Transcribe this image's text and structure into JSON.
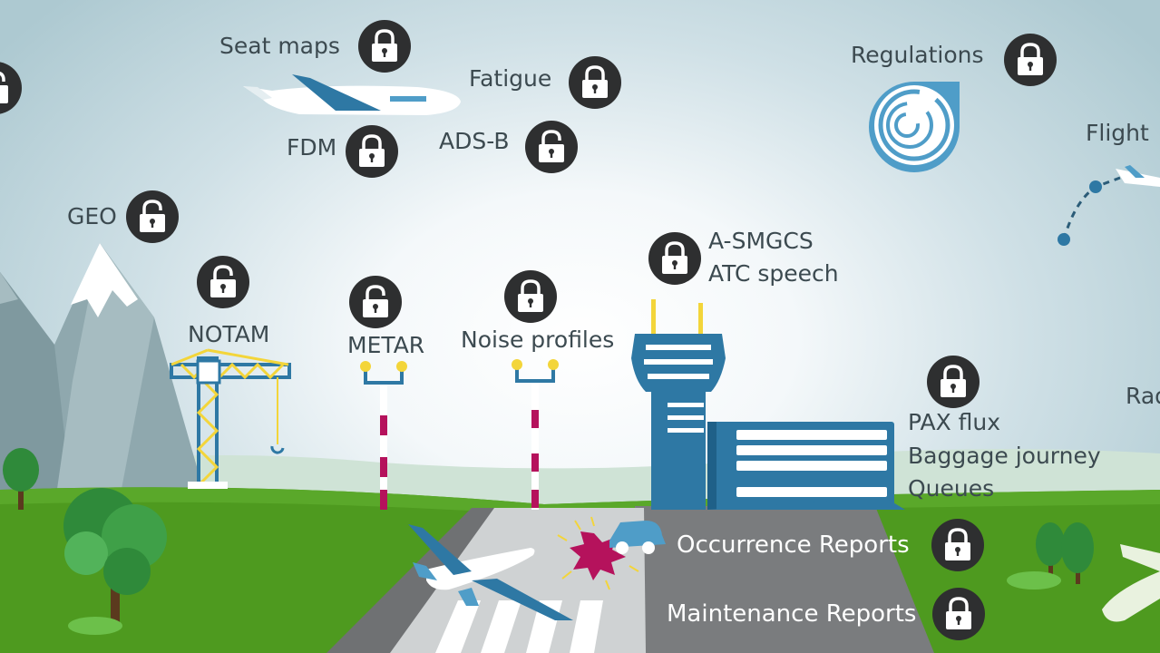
{
  "labels": {
    "seat_maps": "Seat maps",
    "fatigue": "Fatigue",
    "fdm": "FDM",
    "ads_b": "ADS-B",
    "regulations": "Regulations",
    "flight": "Flight",
    "geo": "GEO",
    "notam": "NOTAM",
    "metar": "METAR",
    "noise_profiles": "Noise profiles",
    "a_smgcs": "A-SMGCS",
    "atc_speech": "ATC speech",
    "rad": "Rad",
    "pax_flux": "PAX flux",
    "baggage_journey": "Baggage journey",
    "queues": "Queues",
    "occurrence_reports": "Occurrence Reports",
    "maintenance_reports": "Maintenance Reports"
  },
  "locks": [
    {
      "for": "seat_maps",
      "state": "locked"
    },
    {
      "for": "fatigue",
      "state": "locked"
    },
    {
      "for": "fdm",
      "state": "locked"
    },
    {
      "for": "ads_b",
      "state": "unlocked"
    },
    {
      "for": "regulations",
      "state": "locked"
    },
    {
      "for": "top_left_edge",
      "state": "unlocked"
    },
    {
      "for": "geo",
      "state": "unlocked"
    },
    {
      "for": "notam",
      "state": "unlocked"
    },
    {
      "for": "metar",
      "state": "unlocked"
    },
    {
      "for": "noise_profiles",
      "state": "locked"
    },
    {
      "for": "a_smgcs",
      "state": "locked"
    },
    {
      "for": "pax_flux",
      "state": "locked"
    },
    {
      "for": "occurrence_reports",
      "state": "locked"
    },
    {
      "for": "maintenance_reports",
      "state": "locked"
    }
  ],
  "colors": {
    "dark_blue": "#2e78a4",
    "light_blue": "#4f9dc8",
    "grass": "#4e9a1f",
    "mountain": "#8fa8ae",
    "runway": "#6f7173",
    "lock_circle": "#2e2f30",
    "yellow": "#f3d53a",
    "hazard_red": "#b5125c"
  },
  "icons": [
    "padlock-locked-icon",
    "padlock-unlocked-icon",
    "airplane-icon",
    "control-tower-icon",
    "terminal-building-icon",
    "construction-crane-icon",
    "weather-mast-icon",
    "regulations-target-icon",
    "flight-path-icon",
    "tree-icon",
    "mountain-icon",
    "incident-burst-icon",
    "vehicle-icon"
  ]
}
